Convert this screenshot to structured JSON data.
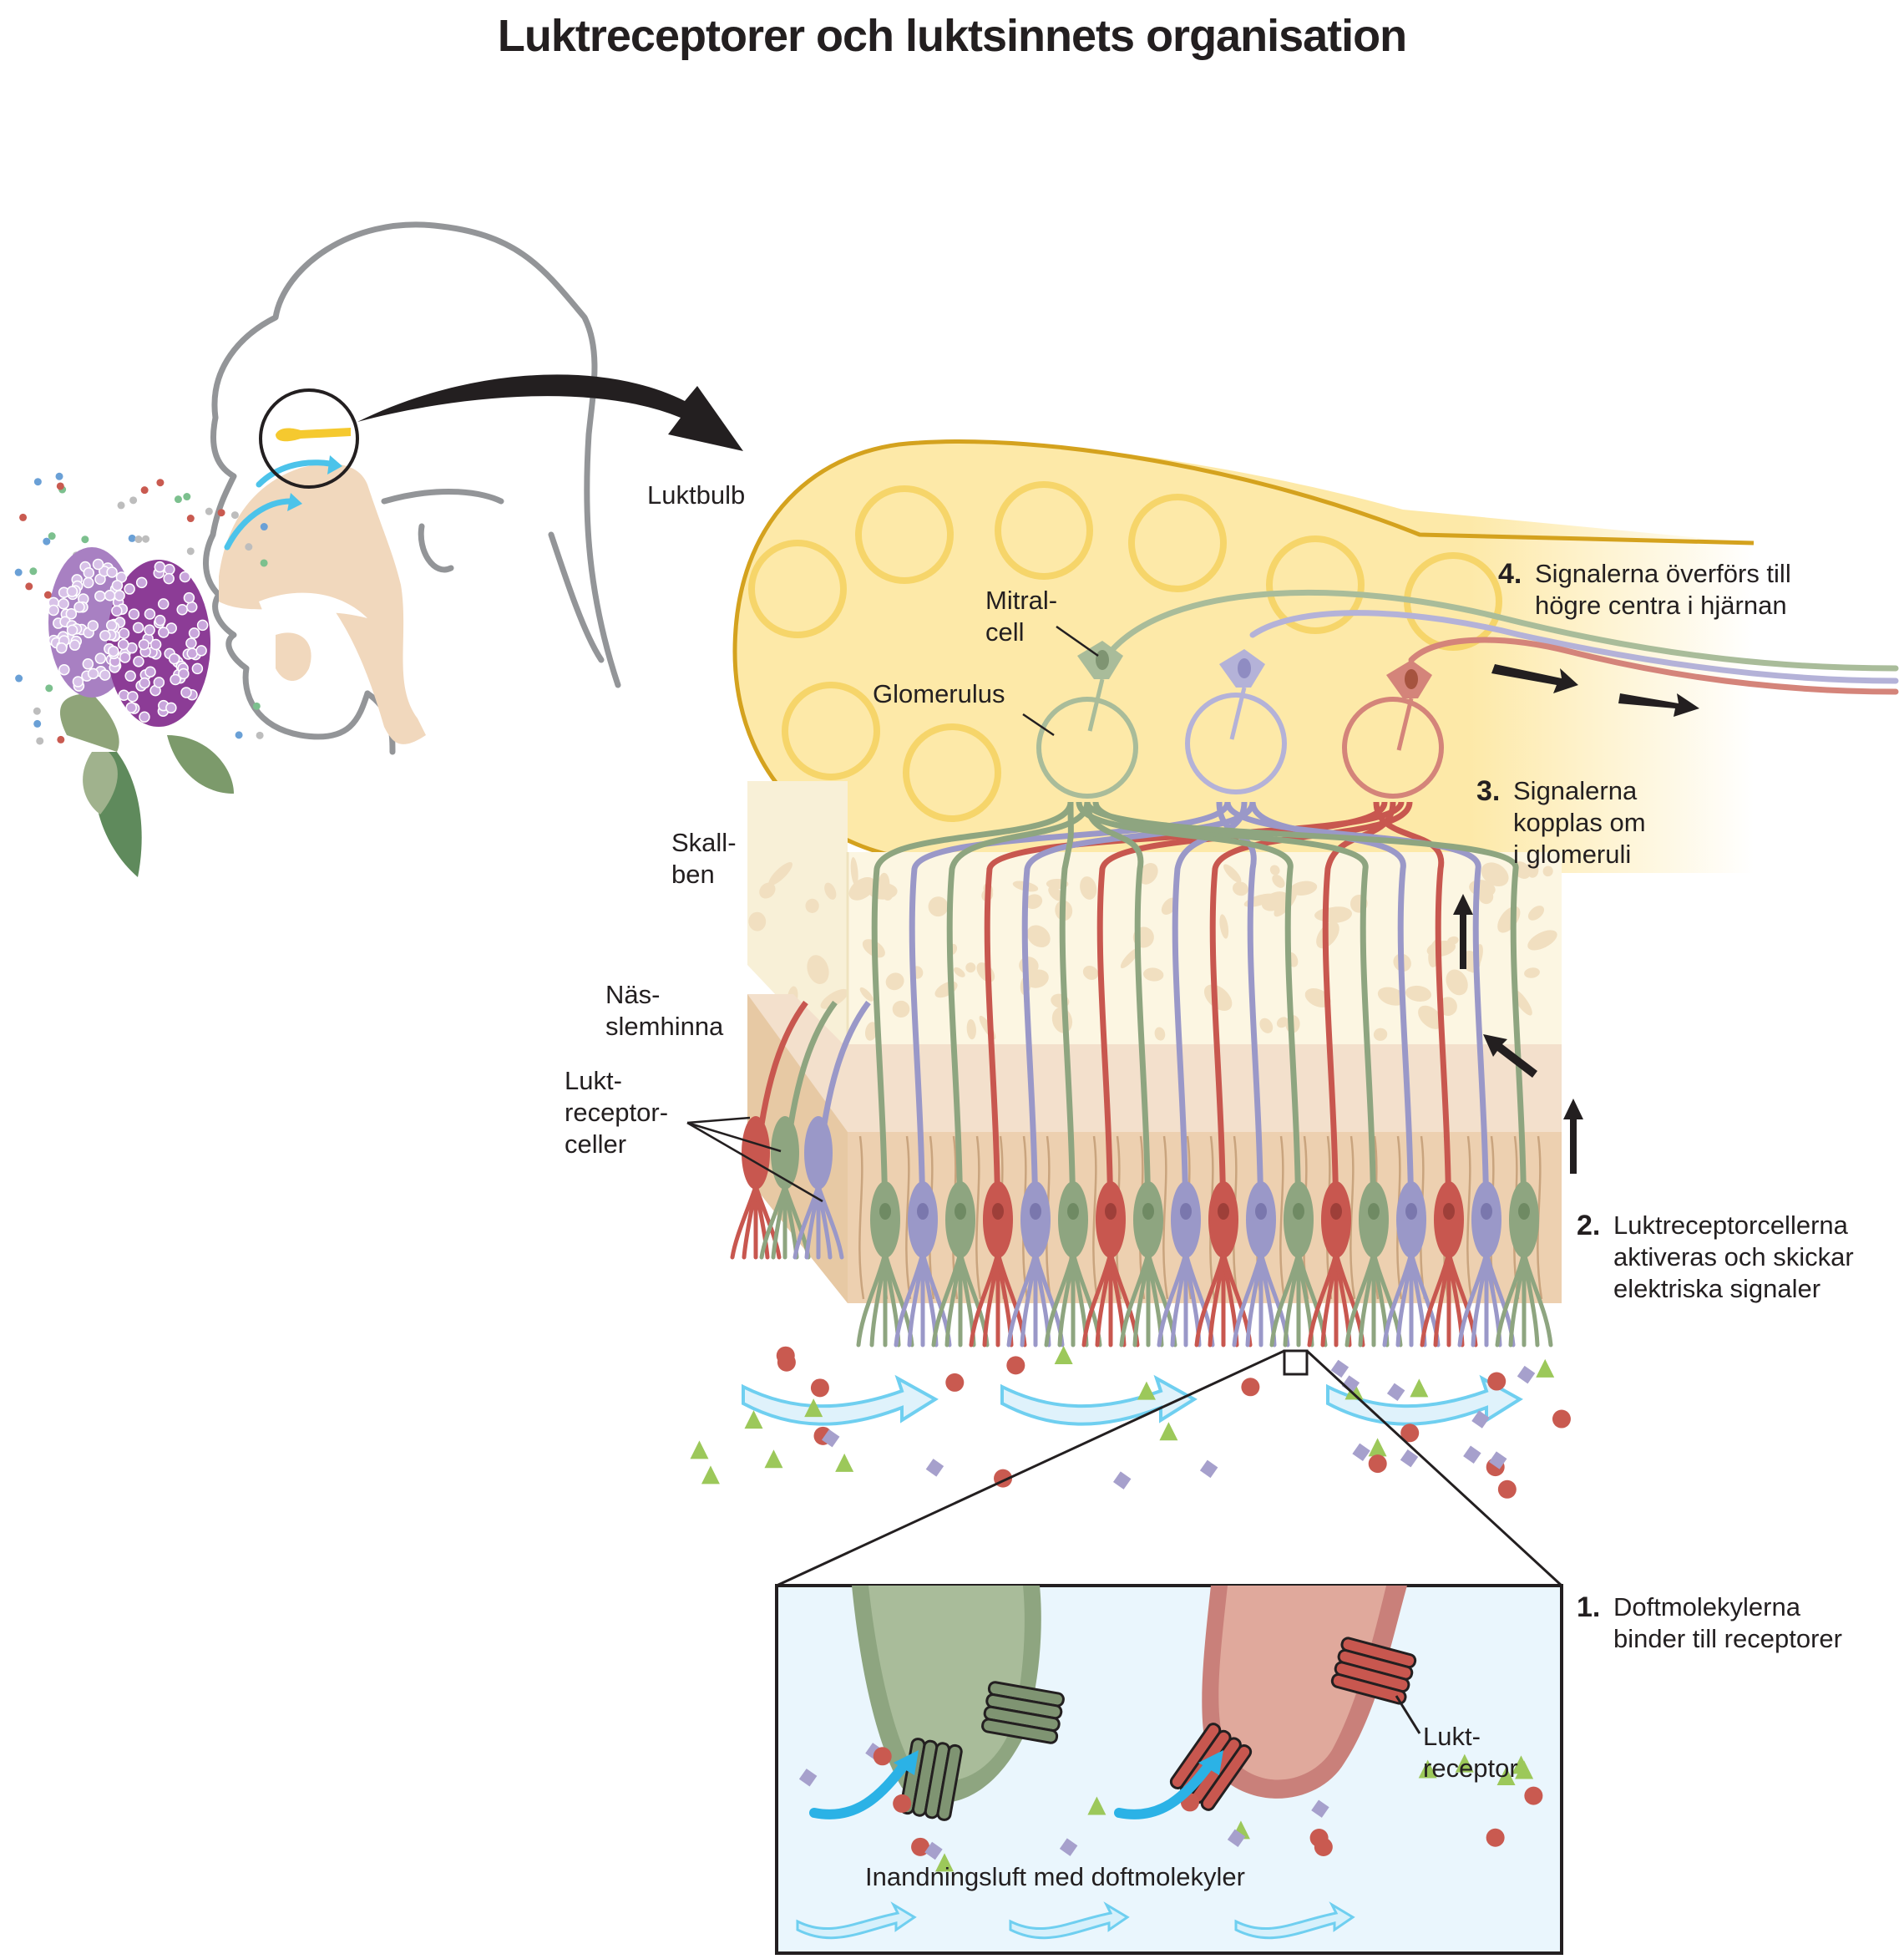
{
  "title": "Luktreceptorer och luktsinnets organisation",
  "labels": {
    "olfactory_bulb": "Luktbulb",
    "mitral_cell": [
      "Mitral-",
      "cell"
    ],
    "glomerulus": "Glomerulus",
    "skull_bone": [
      "Skall-",
      "ben"
    ],
    "nasal_mucosa": [
      "Näs-",
      "slemhinna"
    ],
    "receptor_cells": [
      "Lukt-",
      "receptor-",
      "celler"
    ],
    "receptor": [
      "Lukt-",
      "receptor"
    ],
    "inset_caption": "Inandningsluft med doftmolekyler"
  },
  "steps": [
    {
      "number": "1.",
      "lines": [
        "Doftmolekylerna",
        "binder till receptorer"
      ]
    },
    {
      "number": "2.",
      "lines": [
        "Luktreceptorcellerna",
        "aktiveras och skickar",
        "elektriska signaler"
      ]
    },
    {
      "number": "3.",
      "lines": [
        "Signalerna",
        "kopplas om",
        "i glomeruli"
      ]
    },
    {
      "number": "4.",
      "lines": [
        "Signalerna överförs till",
        "högre centra i hjärnan"
      ]
    }
  ],
  "colors": {
    "bulb_fill": "#fde9a8",
    "bulb_edge": "#d4a21e",
    "glom_ring": "#f6d56a",
    "bone": "#fbf4dc",
    "mucosa": "#eccfae",
    "mucosa_top": "#f3dfc9",
    "green_cell": "#8ea580",
    "red_cell": "#c8574f",
    "purple_cell": "#9a98c8",
    "air_arrow": "#6fcff0",
    "inset_bg": "#eaf6fd",
    "molecule_red": "#c95a50",
    "molecule_green": "#9cc85a",
    "molecule_purple": "#a6a0cc"
  }
}
